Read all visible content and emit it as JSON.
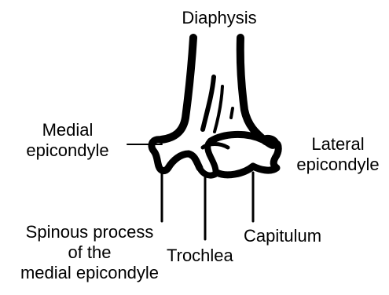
{
  "labels": {
    "diaphysis": "Diaphysis",
    "medial_epicondyle": [
      "Medial",
      "epicondyle"
    ],
    "lateral_epicondyle": [
      "Lateral",
      "epicondyle"
    ],
    "spinous_process": [
      "Spinous process",
      "of the",
      "medial epicondyle"
    ],
    "trochlea": "Trochlea",
    "capitulum": "Capitulum"
  },
  "colors": {
    "ink": "#000000",
    "background": "#ffffff",
    "bone_fill": "#ffffff"
  }
}
